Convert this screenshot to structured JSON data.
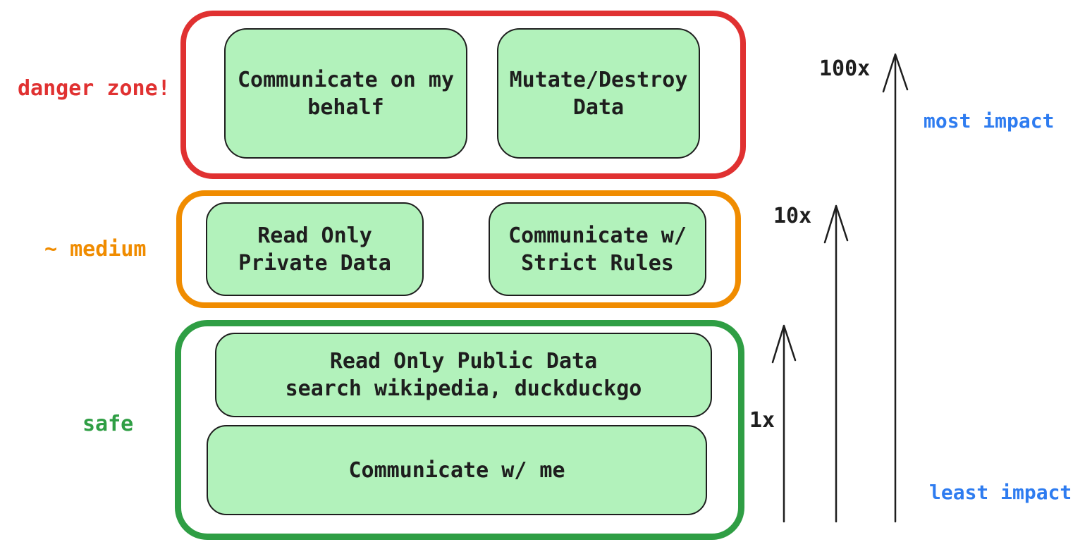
{
  "zones": [
    {
      "id": "danger",
      "label": "danger zone!",
      "border_color": "#e03131",
      "boxes": [
        {
          "text": "Communicate on my\nbehalf"
        },
        {
          "text": "Mutate/Destroy\nData"
        }
      ]
    },
    {
      "id": "medium",
      "label": "~ medium",
      "border_color": "#f08c00",
      "boxes": [
        {
          "text": "Read Only\nPrivate Data"
        },
        {
          "text": "Communicate w/\nStrict Rules"
        }
      ]
    },
    {
      "id": "safe",
      "label": "safe",
      "border_color": "#2f9e44",
      "boxes": [
        {
          "text": "Read Only Public Data\nsearch wikipedia, duckduckgo"
        },
        {
          "text": "Communicate w/ me"
        }
      ]
    }
  ],
  "impact_axis": {
    "ticks": [
      {
        "label": "100x"
      },
      {
        "label": "10x"
      },
      {
        "label": "1x"
      }
    ],
    "top_label": "most impact",
    "bottom_label": "least impact",
    "label_color": "#2e7cf0",
    "arrow_color": "#1e1e1e"
  },
  "colors": {
    "danger": "#e03131",
    "medium": "#f08c00",
    "safe": "#2f9e44",
    "box_fill": "#b2f2bb",
    "box_stroke": "#1e1e1e",
    "impact_blue": "#2e7cf0"
  }
}
